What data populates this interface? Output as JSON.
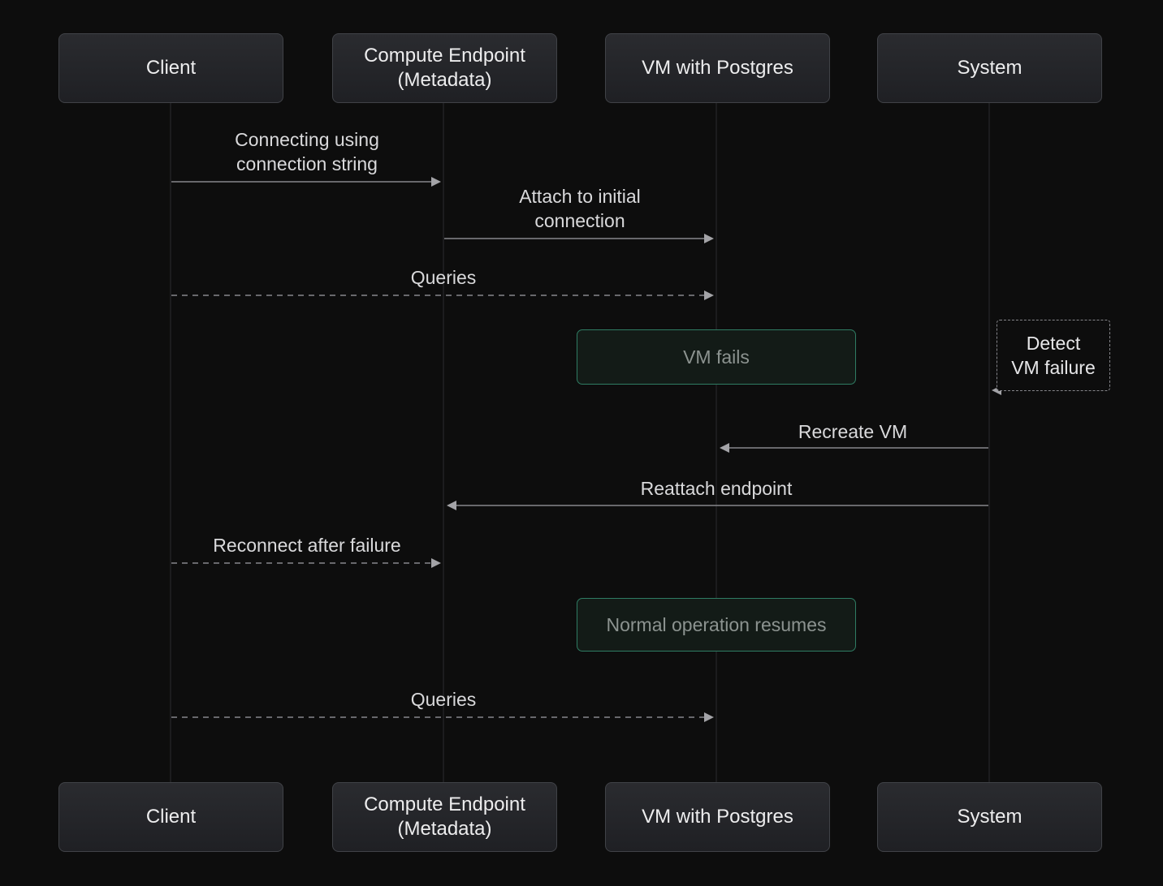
{
  "diagram": {
    "type": "sequence-diagram",
    "actors": {
      "client": "Client",
      "compute_endpoint": "Compute Endpoint (Metadata)",
      "vm": "VM with Postgres",
      "system": "System"
    },
    "messages": {
      "connect": "Connecting using\nconnection string",
      "attach": "Attach to initial\nconnection",
      "queries1": "Queries",
      "vm_fails": "VM fails",
      "detect": "Detect\nVM failure",
      "recreate": "Recreate VM",
      "reattach": "Reattach endpoint",
      "reconnect": "Reconnect after failure",
      "normal": "Normal operation resumes",
      "queries2": "Queries"
    },
    "colors": {
      "background": "#0d0d0d",
      "actor_fill": "#26272b",
      "actor_border": "#404247",
      "note_fill": "#131b17",
      "note_border": "#2f7c63",
      "note_text": "#8c9390",
      "arrow": "#87878b",
      "text": "#d9d9db",
      "lifeline": "#2a2a2e"
    }
  }
}
